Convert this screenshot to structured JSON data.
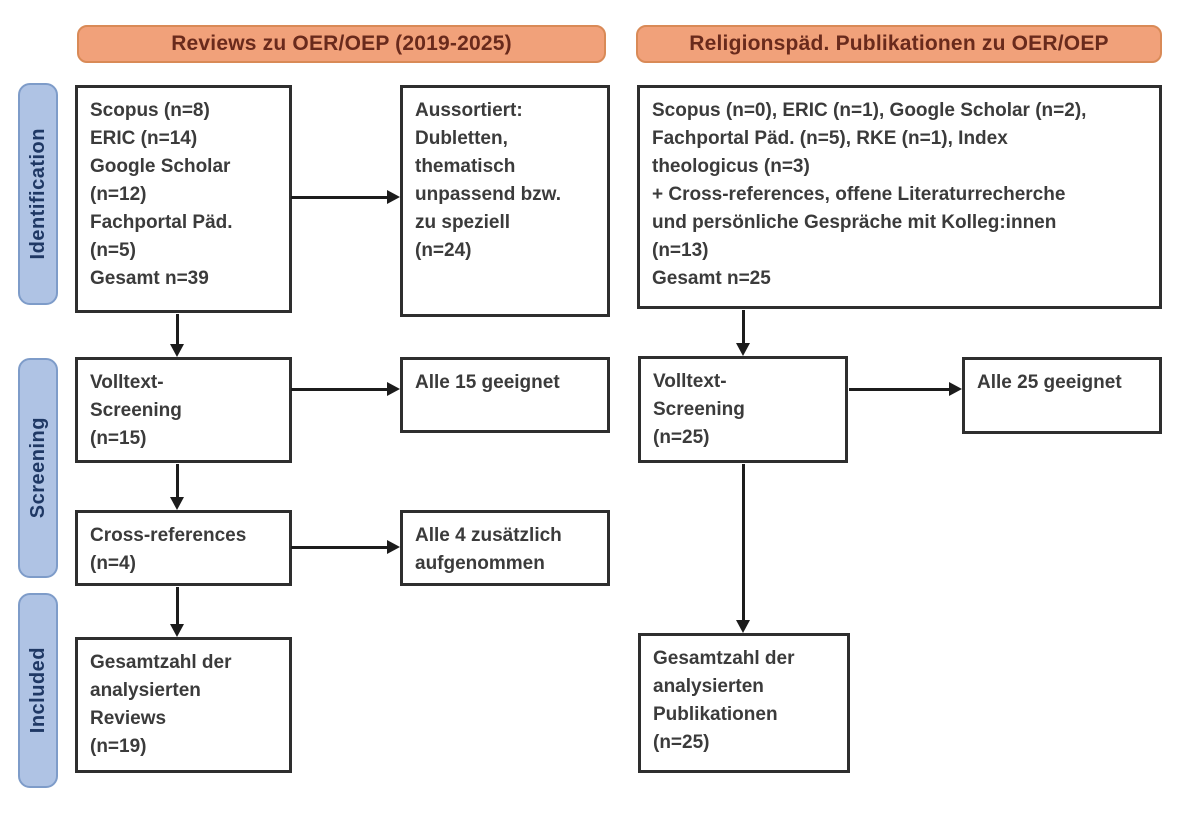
{
  "columns": {
    "left": {
      "header": "Reviews zu OER/OEP (2019-2025)",
      "boxes": {
        "sources": {
          "lines": [
            "Scopus (n=8)",
            "ERIC (n=14)",
            "Google Scholar",
            "(n=12)",
            "Fachportal Päd.",
            "(n=5)",
            "Gesamt n=39"
          ]
        },
        "excluded": {
          "lines": [
            "Aussortiert:",
            "Dubletten,",
            "thematisch",
            "unpassend bzw.",
            "zu speziell",
            "(n=24)"
          ]
        },
        "fulltext": {
          "lines": [
            "Volltext-",
            "Screening",
            "(n=15)"
          ]
        },
        "fulltext_result": {
          "lines": [
            "Alle 15 geeignet"
          ]
        },
        "crossref": {
          "lines": [
            "Cross-references",
            "(n=4)"
          ]
        },
        "crossref_result": {
          "lines": [
            "Alle 4 zusätzlich",
            "aufgenommen"
          ]
        },
        "total": {
          "lines": [
            "Gesamtzahl der",
            "analysierten",
            "Reviews",
            "(n=19)"
          ]
        }
      }
    },
    "right": {
      "header": "Religionspäd. Publikationen zu OER/OEP",
      "boxes": {
        "sources": {
          "lines": [
            "Scopus (n=0), ERIC (n=1), Google Scholar (n=2),",
            "Fachportal Päd. (n=5), RKE (n=1), Index",
            "theologicus (n=3)",
            "+ Cross-references, offene Literaturrecherche",
            "und persönliche Gespräche mit Kolleg:innen",
            "(n=13)",
            "Gesamt n=25"
          ]
        },
        "fulltext": {
          "lines": [
            "Volltext-",
            "Screening",
            "(n=25)"
          ]
        },
        "fulltext_result": {
          "lines": [
            "Alle 25 geeignet"
          ]
        },
        "total": {
          "lines": [
            "Gesamtzahl der",
            "analysierten",
            "Publikationen",
            "(n=25)"
          ]
        }
      }
    }
  },
  "stages": {
    "identification": "Identification",
    "screening": "Screening",
    "included": "Included"
  },
  "colors": {
    "header_fill": "#F1A17A",
    "header_border": "#D98A57",
    "header_text": "#692A1C",
    "stage_fill": "#AFC3E4",
    "stage_border": "#7E9CC9",
    "stage_text": "#1F3864",
    "box_border": "#2E2E2E",
    "box_text": "#3B3B3B",
    "arrow": "#1C1C1C",
    "background": "#FFFFFF"
  }
}
